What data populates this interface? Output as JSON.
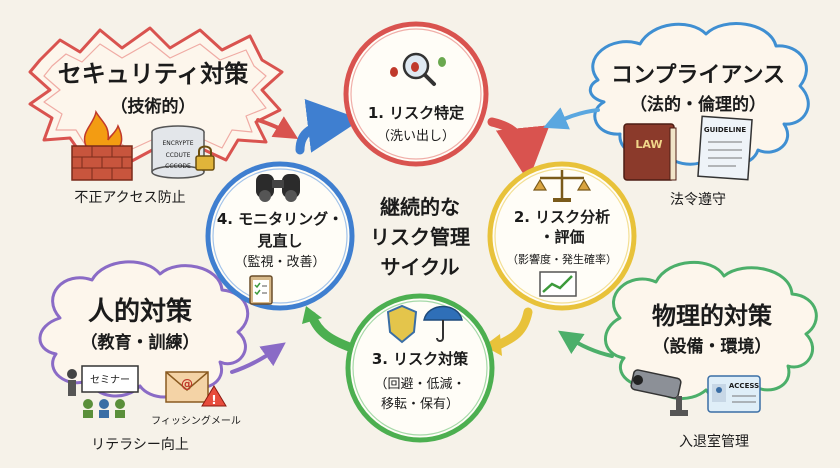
{
  "center": {
    "line1": "継続的な",
    "line2": "リスク管理",
    "line3": "サイクル"
  },
  "steps": [
    {
      "title": "1. リスク特定",
      "sub": "（洗い出し）"
    },
    {
      "title": "2. リスク分析",
      "title2": "・評価",
      "sub": "（影響度・発生確率）"
    },
    {
      "title": "3. リスク対策",
      "sub": "（回避・低減・",
      "sub2": "移転・保有）"
    },
    {
      "title": "4. モニタリング・",
      "title2": "見直し",
      "sub": "（監視・改善）"
    }
  ],
  "clouds": {
    "security": {
      "title": "セキュリティ対策",
      "sub": "（技術的）",
      "caption": "不正アクセス防止",
      "color": "#d9534f"
    },
    "compliance": {
      "title": "コンプライアンス",
      "sub": "（法的・倫理的）",
      "caption": "法令遵守",
      "color": "#3f8fd2"
    },
    "human": {
      "title": "人的対策",
      "sub": "（教育・訓練）",
      "caption": "リテラシー向上",
      "color": "#8a6bc6"
    },
    "physical": {
      "title": "物理的対策",
      "sub": "（設備・環境）",
      "caption": "入退室管理",
      "color": "#4caf6a"
    }
  },
  "icon_labels": {
    "law_book": "LAW",
    "guideline": "GUIDELINE",
    "seminar": "セミナー",
    "phishing": "フィッシングメール",
    "access_card": "ACCESS",
    "database_1": "ENCRYPTE",
    "database_2": "CCDUTE",
    "database_3": "CCCODE"
  },
  "colors": {
    "step1": "#d9534f",
    "step2": "#e8c23a",
    "step3": "#4caf50",
    "step4": "#3f7fd0"
  }
}
